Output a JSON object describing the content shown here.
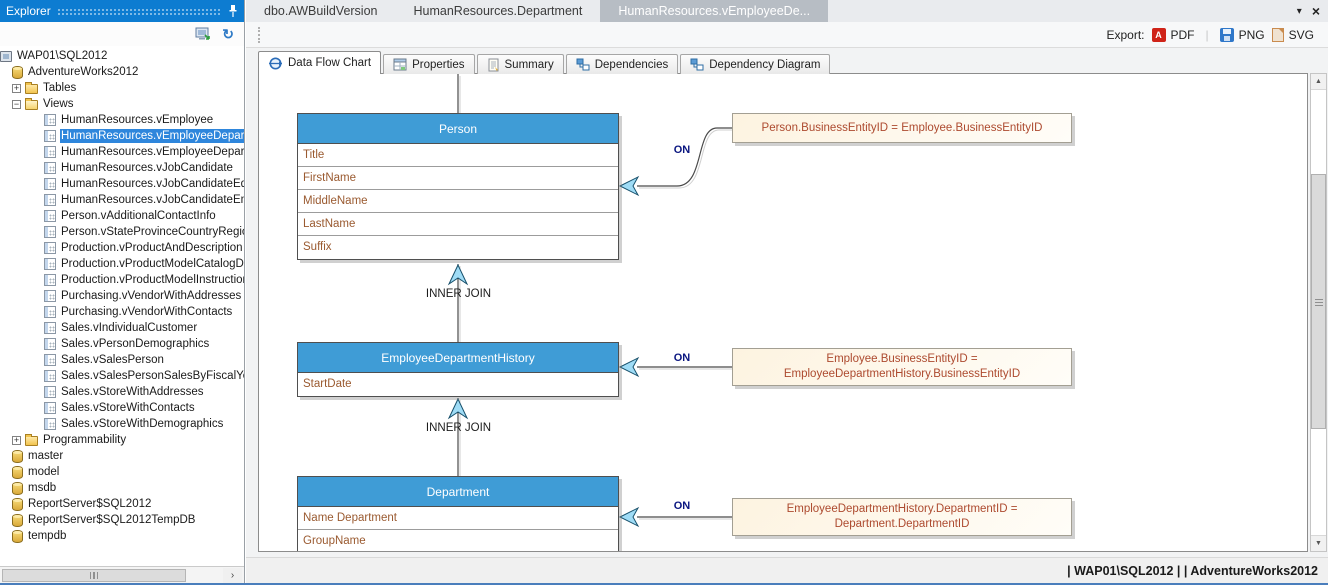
{
  "colors": {
    "titlebar": "#0d7cd1",
    "sel": "#2e86dc",
    "hdr": "#3f9cd6",
    "rowtxt": "#9a5a30",
    "notetxt": "#ad4a2f",
    "notebg": "#fdf3e0",
    "arrow": "#9fdcf6"
  },
  "explorer": {
    "title": "Explorer",
    "tree": [
      {
        "label": "WAP01\\SQL2012",
        "icon": "server",
        "indent": 0,
        "expander": null,
        "selected": false
      },
      {
        "label": "AdventureWorks2012",
        "icon": "db",
        "indent": 1,
        "expander": null,
        "selected": false
      },
      {
        "label": "Tables",
        "icon": "folder",
        "indent": 2,
        "expander": "plus",
        "selected": false
      },
      {
        "label": "Views",
        "icon": "folder-open",
        "indent": 2,
        "expander": "minus",
        "selected": false
      },
      {
        "label": "HumanResources.vEmployee",
        "icon": "view",
        "indent": 3,
        "expander": null,
        "selected": false
      },
      {
        "label": "HumanResources.vEmployeeDepartment",
        "icon": "view",
        "indent": 3,
        "expander": null,
        "selected": true
      },
      {
        "label": "HumanResources.vEmployeeDepartmentHistory",
        "icon": "view",
        "indent": 3,
        "expander": null,
        "selected": false
      },
      {
        "label": "HumanResources.vJobCandidate",
        "icon": "view",
        "indent": 3,
        "expander": null,
        "selected": false
      },
      {
        "label": "HumanResources.vJobCandidateEducation",
        "icon": "view",
        "indent": 3,
        "expander": null,
        "selected": false
      },
      {
        "label": "HumanResources.vJobCandidateEmployment",
        "icon": "view",
        "indent": 3,
        "expander": null,
        "selected": false
      },
      {
        "label": "Person.vAdditionalContactInfo",
        "icon": "view",
        "indent": 3,
        "expander": null,
        "selected": false
      },
      {
        "label": "Person.vStateProvinceCountryRegion",
        "icon": "view",
        "indent": 3,
        "expander": null,
        "selected": false
      },
      {
        "label": "Production.vProductAndDescription",
        "icon": "view",
        "indent": 3,
        "expander": null,
        "selected": false
      },
      {
        "label": "Production.vProductModelCatalogDescription",
        "icon": "view",
        "indent": 3,
        "expander": null,
        "selected": false
      },
      {
        "label": "Production.vProductModelInstructions",
        "icon": "view",
        "indent": 3,
        "expander": null,
        "selected": false
      },
      {
        "label": "Purchasing.vVendorWithAddresses",
        "icon": "view",
        "indent": 3,
        "expander": null,
        "selected": false
      },
      {
        "label": "Purchasing.vVendorWithContacts",
        "icon": "view",
        "indent": 3,
        "expander": null,
        "selected": false
      },
      {
        "label": "Sales.vIndividualCustomer",
        "icon": "view",
        "indent": 3,
        "expander": null,
        "selected": false
      },
      {
        "label": "Sales.vPersonDemographics",
        "icon": "view",
        "indent": 3,
        "expander": null,
        "selected": false
      },
      {
        "label": "Sales.vSalesPerson",
        "icon": "view",
        "indent": 3,
        "expander": null,
        "selected": false
      },
      {
        "label": "Sales.vSalesPersonSalesByFiscalYears",
        "icon": "view",
        "indent": 3,
        "expander": null,
        "selected": false
      },
      {
        "label": "Sales.vStoreWithAddresses",
        "icon": "view",
        "indent": 3,
        "expander": null,
        "selected": false
      },
      {
        "label": "Sales.vStoreWithContacts",
        "icon": "view",
        "indent": 3,
        "expander": null,
        "selected": false
      },
      {
        "label": "Sales.vStoreWithDemographics",
        "icon": "view",
        "indent": 3,
        "expander": null,
        "selected": false
      },
      {
        "label": "Programmability",
        "icon": "folder",
        "indent": 2,
        "expander": "plus",
        "selected": false
      },
      {
        "label": "master",
        "icon": "db",
        "indent": 1,
        "expander": null,
        "selected": false
      },
      {
        "label": "model",
        "icon": "db",
        "indent": 1,
        "expander": null,
        "selected": false
      },
      {
        "label": "msdb",
        "icon": "db",
        "indent": 1,
        "expander": null,
        "selected": false
      },
      {
        "label": "ReportServer$SQL2012",
        "icon": "db",
        "indent": 1,
        "expander": null,
        "selected": false
      },
      {
        "label": "ReportServer$SQL2012TempDB",
        "icon": "db",
        "indent": 1,
        "expander": null,
        "selected": false
      },
      {
        "label": "tempdb",
        "icon": "db",
        "indent": 1,
        "expander": null,
        "selected": false
      }
    ]
  },
  "doc_tabs": {
    "active_index": 2,
    "tabs": [
      {
        "label": "dbo.AWBuildVersion"
      },
      {
        "label": "HumanResources.Department"
      },
      {
        "label": "HumanResources.vEmployeeDe..."
      }
    ]
  },
  "toolbar": {
    "export_label": "Export:",
    "buttons": [
      {
        "label": "PDF",
        "icon": "pdf-icon"
      },
      {
        "label": "PNG",
        "icon": "png-icon"
      },
      {
        "label": "SVG",
        "icon": "svg-icon"
      }
    ]
  },
  "view_tabs": [
    {
      "label": "Data Flow Chart",
      "icon": "data-flow-icon",
      "active": true
    },
    {
      "label": "Properties",
      "icon": "properties-icon",
      "active": false
    },
    {
      "label": "Summary",
      "icon": "summary-icon",
      "active": false
    },
    {
      "label": "Dependencies",
      "icon": "dependencies-icon",
      "active": false
    },
    {
      "label": "Dependency Diagram",
      "icon": "dependency-diagram-icon",
      "active": false
    }
  ],
  "diagram": {
    "tables": [
      {
        "id": "person",
        "title": "Person",
        "rows": [
          "Title",
          "FirstName",
          "MiddleName",
          "LastName",
          "Suffix"
        ]
      },
      {
        "id": "edh",
        "title": "EmployeeDepartmentHistory",
        "rows": [
          "StartDate"
        ]
      },
      {
        "id": "dept",
        "title": "Department",
        "rows": [
          "Name Department",
          "GroupName"
        ]
      }
    ],
    "join_labels": [
      "INNER JOIN",
      "INNER JOIN"
    ],
    "on_labels": [
      "ON",
      "ON",
      "ON"
    ],
    "notes": [
      {
        "lines": [
          "Person.BusinessEntityID = Employee.BusinessEntityID"
        ]
      },
      {
        "lines": [
          "Employee.BusinessEntityID =",
          "EmployeeDepartmentHistory.BusinessEntityID"
        ]
      },
      {
        "lines": [
          "EmployeeDepartmentHistory.DepartmentID =",
          "Department.DepartmentID"
        ]
      }
    ]
  },
  "icons": {
    "dropdown": "▾",
    "close": "×",
    "refresh": "↻",
    "scroll_up": "▲",
    "scroll_down": "▼",
    "scroll_right": "›"
  },
  "status_bar": {
    "text": "|  WAP01\\SQL2012  |  |  AdventureWorks2012"
  }
}
